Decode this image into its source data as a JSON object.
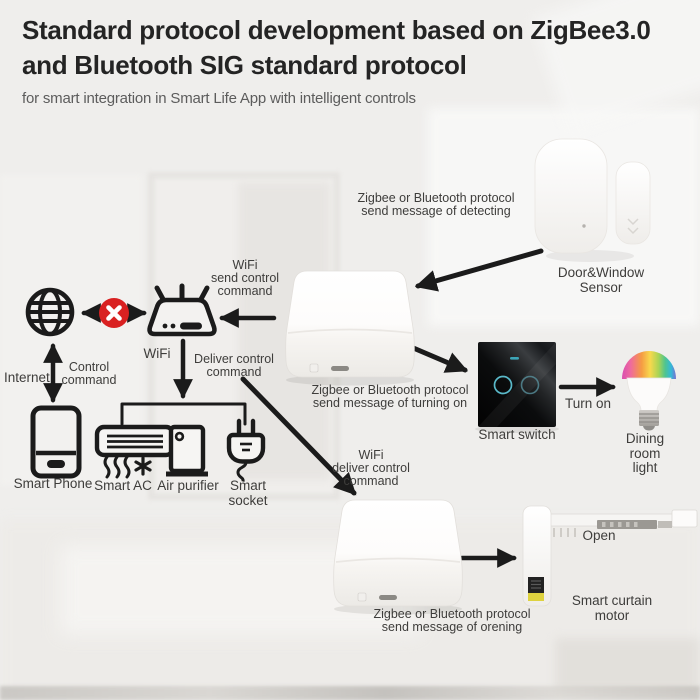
{
  "header": {
    "title": "Standard protocol development based on ZigBee3.0\nand Bluetooth SIG standard protocol",
    "subtitle": "for smart integration in Smart Life App with intelligent controls"
  },
  "labels": {
    "internet": "Internet",
    "control_command": "Control\ncommand",
    "wifi": "WiFi",
    "wifi_send_control": "WiFi\nsend control\ncommand",
    "deliver_control": "Deliver control\ncommand",
    "smart_phone": "Smart Phone",
    "smart_ac": "Smart AC",
    "air_purifier": "Air purifier",
    "smart_socket": "Smart\nsocket",
    "zigbee_detecting": "Zigbee or Bluetooth protocol\nsend message of detecting",
    "door_window_sensor": "Door&Window Sensor",
    "zigbee_turning_on": "Zigbee or Bluetooth protocol\nsend message of turning on",
    "smart_switch": "Smart switch",
    "turn_on": "Turn on",
    "dining_room_light": "Dining\nroom light",
    "wifi_deliver_control": "WiFi\ndeliver control\ncommand",
    "open": "Open",
    "smart_curtain_motor": "Smart curtain motor",
    "zigbee_opening": "Zigbee or Bluetooth protocol\nsend message of orening"
  },
  "icons": {
    "globe-icon": "🌐",
    "blocked-x-icon": "❌",
    "wifi-router-icon": "📶",
    "smartphone-icon": "📱",
    "air-conditioner-icon": "❄",
    "air-purifier-icon": "▯",
    "power-plug-icon": "🔌",
    "gateway-hub-icon": "◻",
    "door-window-sensor-icon": "▢",
    "touch-switch-icon": "◼",
    "rgb-bulb-icon": "💡",
    "curtain-motor-icon": "⌐",
    "arrow-icon": "→"
  },
  "colors": {
    "background": "#efeeec",
    "title_text": "#242424",
    "subtitle_text": "#5c5c5c",
    "label_text": "#3e3d3b",
    "diagram_stroke": "#1b1b1b",
    "blocked_red": "#d92121",
    "switch_body": "#0b0c0d",
    "switch_ring_teal": "#5fc3d4",
    "bulb_colors": [
      "#d94fb0",
      "#f59b43",
      "#f8d84d",
      "#86cf6a",
      "#35b9d8"
    ],
    "curtain_label_yellow": "#ded23f"
  }
}
